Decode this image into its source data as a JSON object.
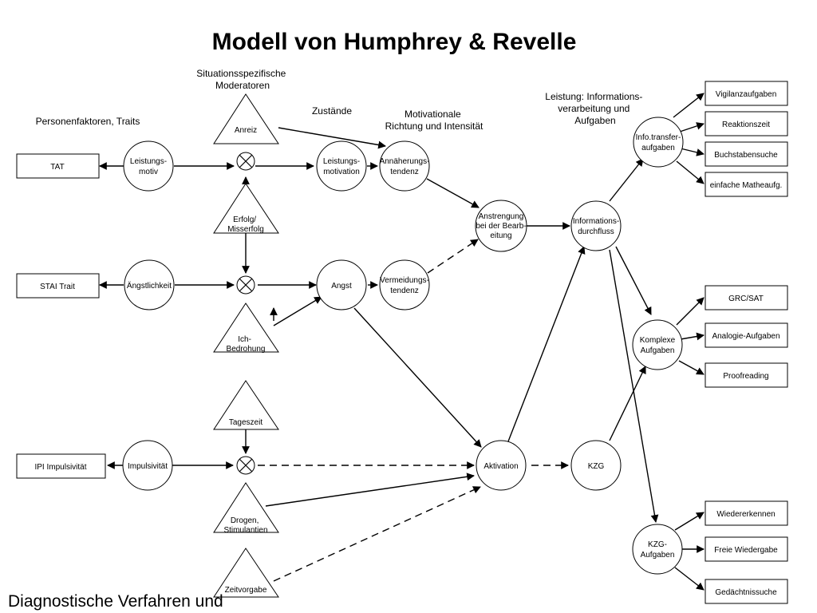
{
  "title": "Modell von Humphrey & Revelle",
  "footer": "Diagnostische Verfahren und",
  "headers": {
    "person": "Personenfaktoren, Traits",
    "moderators": [
      "Situationsspezifische",
      "Moderatoren"
    ],
    "states": "Zustände",
    "motivational": [
      "Motivationale",
      "Richtung und Intensität"
    ],
    "performance": [
      "Leistung: Informations-",
      "verarbeitung und",
      "Aufgaben"
    ]
  },
  "boxes": {
    "tat": "TAT",
    "stai": "STAI Trait",
    "ipi": "IPI Impulsivität",
    "vigilanz": "Vigilanzaufgaben",
    "reaktion": "Reaktionszeit",
    "buchstaben": "Buchstabensuche",
    "mathe": "einfache Matheaufg.",
    "grc": "GRC/SAT",
    "analogie": "Analogie-Aufgaben",
    "proof": "Proofreading",
    "wiedererkennen": "Wiedererkennen",
    "wiedergabe": "Freie Wiedergabe",
    "gedaechtnis": "Gedächtnissuche"
  },
  "circles": {
    "leistungsmotiv": [
      "Leistungs-",
      "motiv"
    ],
    "aengstlichkeit": [
      "Ängstlichkeit"
    ],
    "impulsivitaet": [
      "Impulsivität"
    ],
    "leistungsmotivation": [
      "Leistungs-",
      "motivation"
    ],
    "angst": [
      "Angst"
    ],
    "annaeherung": [
      "Annäherungs-",
      "tendenz"
    ],
    "vermeidung": [
      "Vermeidungs-",
      "tendenz"
    ],
    "anstrengung": [
      "Anstrengung",
      "bei der Bearb-",
      "eitung"
    ],
    "aktivation": [
      "Aktivation"
    ],
    "infofluss": [
      "Informations-",
      "durchfluss"
    ],
    "kzg": [
      "KZG"
    ],
    "infotransfer": [
      "Info.transfer-",
      "aufgaben"
    ],
    "komplex": [
      "Komplexe",
      "Aufgaben"
    ],
    "kzgaufgaben": [
      "KZG-",
      "Aufgaben"
    ]
  },
  "triangles": {
    "anreiz": [
      "Anreiz"
    ],
    "erfolg": [
      "Erfolg/",
      "Misserfolg"
    ],
    "ich": [
      "Ich-",
      "Bedrohung"
    ],
    "tageszeit": [
      "Tageszeit"
    ],
    "drogen": [
      "Drogen,",
      "Stimulantien"
    ],
    "zeitvorgabe": [
      "Zeitvorgabe"
    ]
  }
}
